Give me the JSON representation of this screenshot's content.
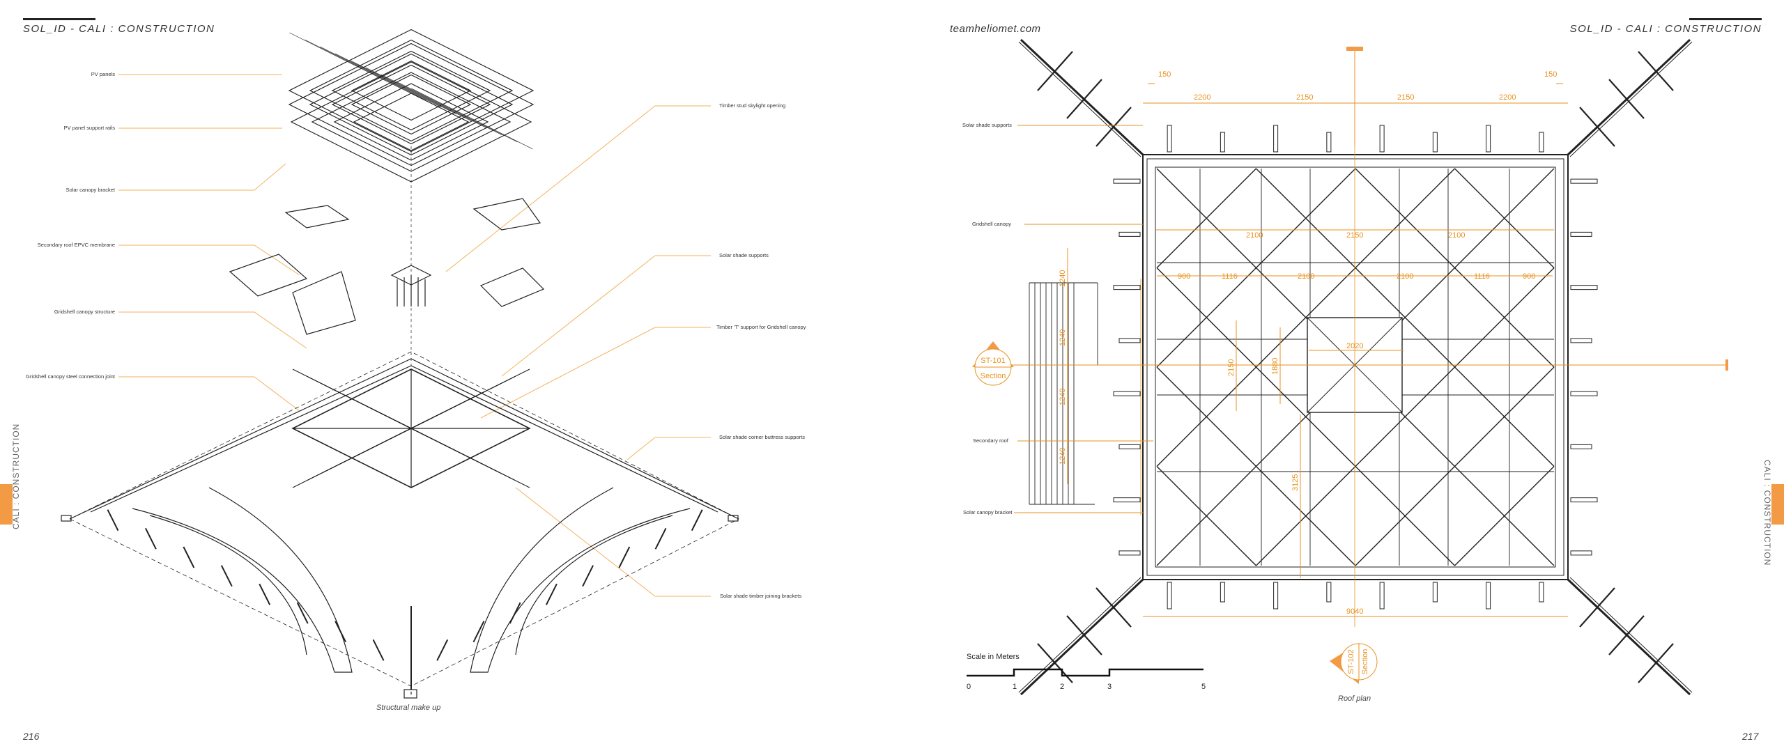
{
  "left_page": {
    "header": "SOL_ID - CALI : CONSTRUCTION",
    "side_tab": "CALI : CONSTRUCTION",
    "page_number": "216",
    "caption": "Structural make up",
    "labels_left": [
      "PV panels",
      "PV panel support rails",
      "Solar canopy bracket",
      "Secondary roof EPVC membrane",
      "Gridshell canopy structure",
      "Gridshell canopy steel connection joint"
    ],
    "labels_right": [
      "Timber stud skylight opening",
      "Solar shade supports",
      "Timber 'T' support for Gridshell canopy",
      "Solar shade corner buttress supports",
      "Solar shade timber joining brackets"
    ]
  },
  "right_page": {
    "website": "teamheliomet.com",
    "header": "SOL_ID - CALI : CONSTRUCTION",
    "side_tab": "CALI : CONSTRUCTION",
    "page_number": "217",
    "caption": "Roof plan",
    "labels": [
      "Solar shade supports",
      "Gridshell canopy",
      "Secondary roof",
      "Solar canopy bracket"
    ],
    "dimensions": {
      "top_row": [
        "150",
        "2200",
        "2150",
        "2150",
        "2200",
        "150"
      ],
      "row2": [
        "2100",
        "2150",
        "2100"
      ],
      "row3": [
        "900",
        "1116",
        "2100",
        "2100",
        "1116",
        "900"
      ],
      "skylight_width": "2020",
      "vertical_outer": "2150",
      "vertical_inner": "1880",
      "vertical_lower": "3125",
      "overall": "9040",
      "secondary_roof": [
        "1240",
        "1240",
        "1240",
        "1240"
      ]
    },
    "section_markers": [
      {
        "id": "ST-101",
        "label": "Section"
      },
      {
        "id": "ST-102",
        "label": "Section"
      }
    ],
    "scale": {
      "title": "Scale in Meters",
      "ticks": [
        "0",
        "1",
        "2",
        "3",
        "5"
      ]
    }
  },
  "colors": {
    "accent": "#f39a44",
    "dimension": "#e8921f",
    "line": "#222222"
  }
}
